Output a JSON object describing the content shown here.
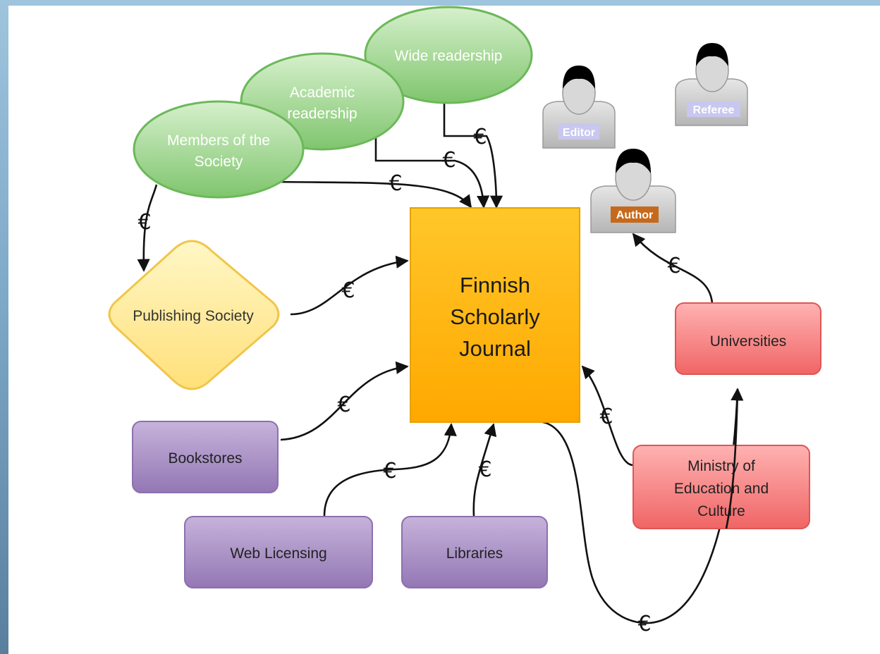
{
  "center": {
    "lines": [
      "Finnish",
      "Scholarly",
      "Journal"
    ]
  },
  "readership": {
    "members_lines": [
      "Members of the",
      "Society"
    ],
    "academic_lines": [
      "Academic",
      "readership"
    ],
    "wide": "Wide readership"
  },
  "publishing_society": "Publishing Society",
  "bookstores": "Bookstores",
  "web_licensing": "Web Licensing",
  "libraries": "Libraries",
  "universities": "Universities",
  "ministry_lines": [
    "Ministry of",
    "Education and",
    "Culture"
  ],
  "people": {
    "editor": "Editor",
    "referee": "Referee",
    "author": "Author"
  },
  "currency": "€",
  "colors": {
    "green": "#8fd07f",
    "yellow": "#fff0a6",
    "orange": "#ffb400",
    "purple": "#a68bc0",
    "red": "#f27a7a",
    "person": "#cfcfcf"
  }
}
